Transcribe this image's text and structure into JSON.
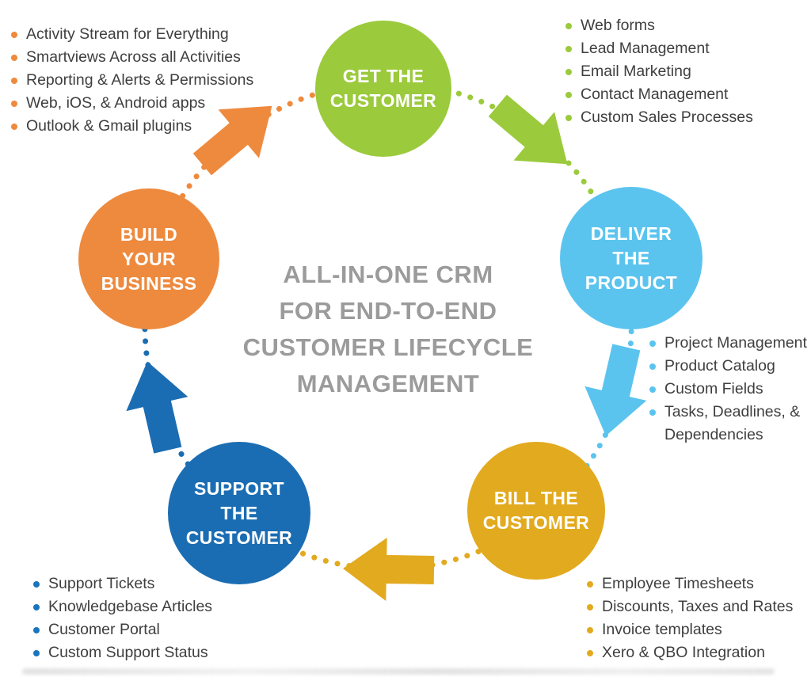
{
  "title": {
    "lines": [
      "ALL-IN-ONE CRM",
      "FOR END-TO-END",
      "CUSTOMER LIFECYCLE",
      "MANAGEMENT"
    ],
    "color": "#9b9b9b"
  },
  "stages": [
    {
      "name": "Get the Customer",
      "label_lines": [
        "GET THE",
        "CUSTOMER"
      ],
      "color": "#9bca3c",
      "features": [
        "Web forms",
        "Lead Management",
        "Email Marketing",
        "Contact Management",
        "Custom Sales Processes"
      ]
    },
    {
      "name": "Deliver the Product",
      "label_lines": [
        "DELIVER",
        "THE",
        "PRODUCT"
      ],
      "color": "#5bc4ee",
      "features": [
        "Project Management",
        "Product Catalog",
        "Custom Fields",
        "Tasks, Deadlines, & Dependencies"
      ]
    },
    {
      "name": "Bill the Customer",
      "label_lines": [
        "BILL THE",
        "CUSTOMER"
      ],
      "color": "#e2aa1e",
      "features": [
        "Employee Timesheets",
        "Discounts, Taxes and Rates",
        "Invoice templates",
        "Xero & QBO Integration"
      ]
    },
    {
      "name": "Support the Customer",
      "label_lines": [
        "SUPPORT",
        "THE",
        "CUSTOMER"
      ],
      "color": "#1b6db3",
      "features": [
        "Support Tickets",
        "Knowledgebase Articles",
        "Customer Portal",
        "Custom Support Status"
      ]
    },
    {
      "name": "Build Your Business",
      "label_lines": [
        "BUILD",
        "YOUR",
        "BUSINESS"
      ],
      "color": "#ee8a3e",
      "features": [
        "Activity Stream for Everything",
        "Smartviews Across all Activities",
        "Reporting & Alerts & Permissions",
        "Web, iOS, & Android apps",
        "Outlook & Gmail plugins"
      ]
    }
  ]
}
